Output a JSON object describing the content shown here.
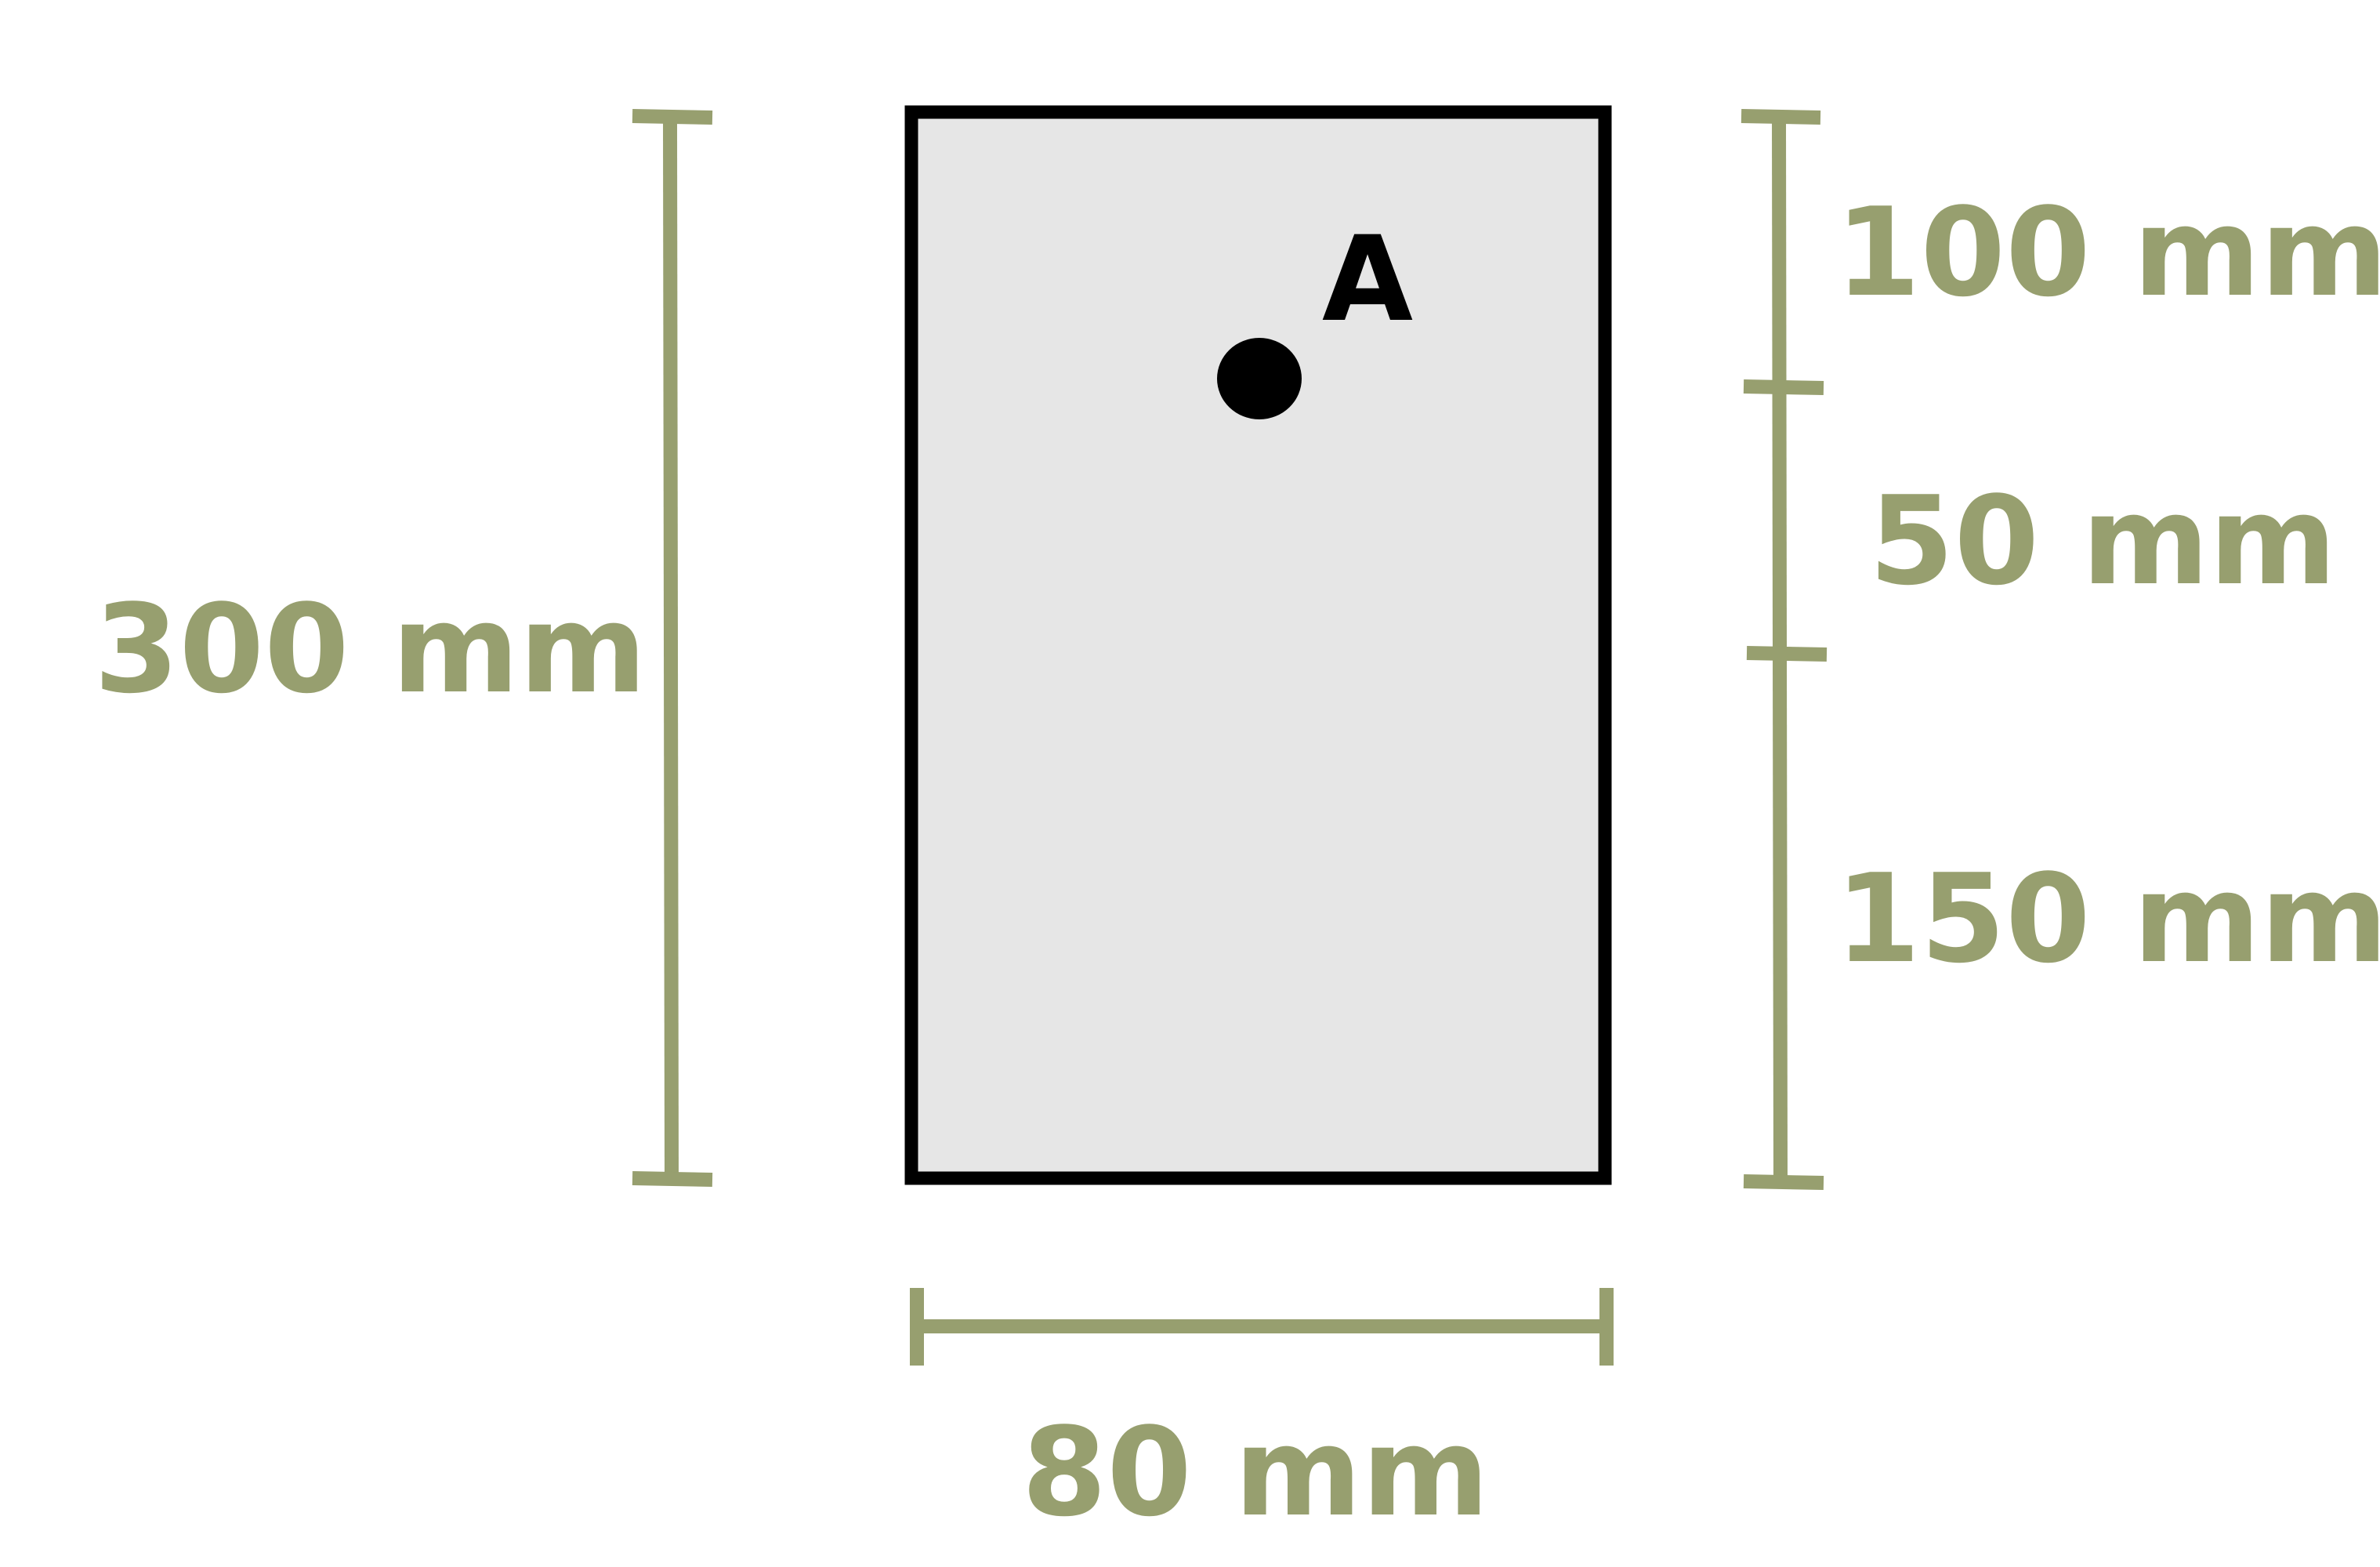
{
  "diagram": {
    "rectangle": {
      "fill_color": "#e6e6e6",
      "stroke_color": "#000000"
    },
    "point": {
      "label": "A",
      "color": "#000000"
    },
    "dimension_color": "#979f6f",
    "dimensions": {
      "total_height": "300 mm",
      "width": "80 mm",
      "segment_top": "100 mm",
      "segment_middle": "50 mm",
      "segment_bottom": "150 mm"
    }
  }
}
